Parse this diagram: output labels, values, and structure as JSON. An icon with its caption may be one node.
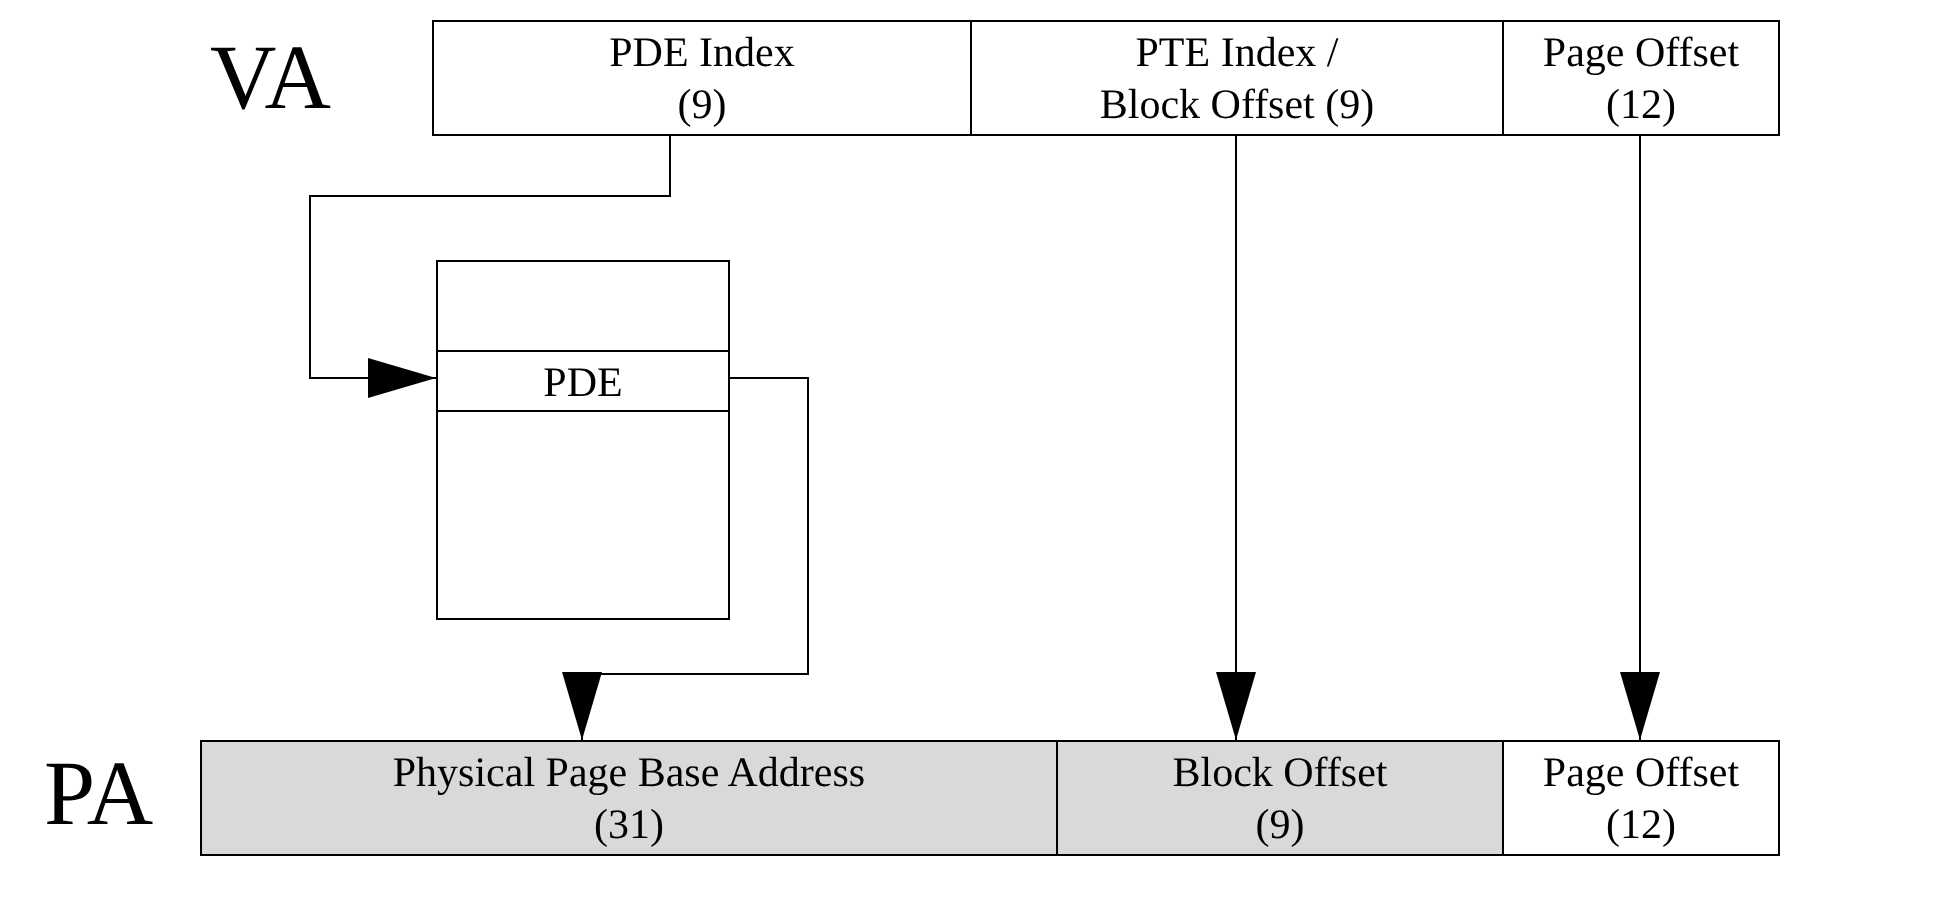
{
  "diagram": {
    "nodes": [
      {
        "text": [
          "PDE Index",
          "(9)"
        ]
      },
      {
        "text": [
          "PTE Index /",
          "Block Offset (9)"
        ]
      },
      {
        "text": [
          "Page Offset",
          "(12)"
        ]
      },
      {
        "text": [],
        "shape": "box"
      },
      {
        "text": [
          "PDE"
        ],
        "in": 3
      },
      {
        "text": [
          "Physical Page Base Address",
          "(31)"
        ]
      },
      {
        "text": [
          "Block Offset",
          "(9)"
        ]
      },
      {
        "text": [
          "Page Offset",
          "(12)"
        ]
      }
    ],
    "edges": [
      {
        "from": 0,
        "to": 4,
        "arrow": "to"
      },
      {
        "from": 4,
        "to": 5,
        "arrow": "to"
      },
      {
        "from": 1,
        "to": 6,
        "arrow": "to"
      },
      {
        "from": 2,
        "to": 7,
        "arrow": "to"
      }
    ],
    "labels": [
      "VA",
      "PA"
    ]
  }
}
